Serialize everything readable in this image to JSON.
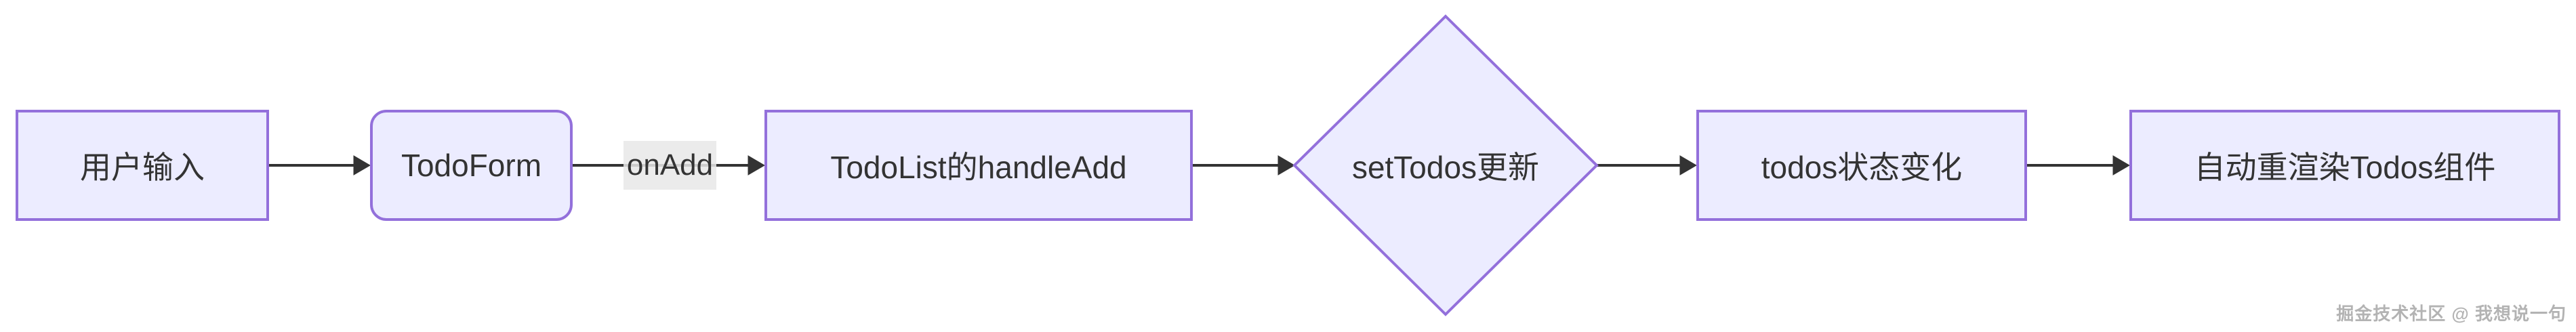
{
  "diagram": {
    "type": "flowchart",
    "direction": "left-to-right",
    "nodes": [
      {
        "label": "用户输入",
        "shape": "rectangle"
      },
      {
        "label": "TodoForm",
        "shape": "rounded-rectangle"
      },
      {
        "label": "TodoList的handleAdd",
        "shape": "rectangle"
      },
      {
        "label": "setTodos更新",
        "shape": "diamond"
      },
      {
        "label": "todos状态变化",
        "shape": "rectangle"
      },
      {
        "label": "自动重渲染Todos组件",
        "shape": "rectangle"
      }
    ],
    "edges": [
      {
        "source": 0,
        "target": 1,
        "label": ""
      },
      {
        "source": 1,
        "target": 2,
        "label": "onAdd"
      },
      {
        "source": 2,
        "target": 3,
        "label": ""
      },
      {
        "source": 3,
        "target": 4,
        "label": ""
      },
      {
        "source": 4,
        "target": 5,
        "label": ""
      }
    ],
    "colors": {
      "node_fill": "#ECECFF",
      "node_border": "#9370DB",
      "edge": "#333333",
      "edge_label_bg": "#E8E8E8",
      "text": "#333333",
      "background": "#FFFFFF"
    }
  },
  "watermark": {
    "text": "掘金技术社区 @ 我想说一句"
  }
}
